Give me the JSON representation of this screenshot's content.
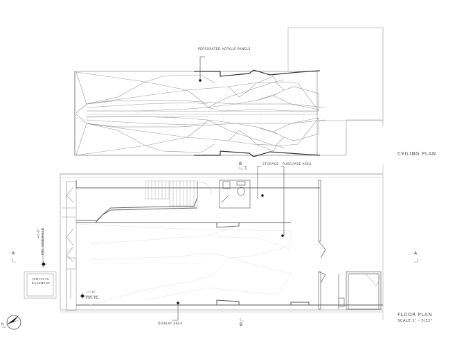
{
  "drawing": {
    "ceiling_plan": {
      "title": "CEILING PLAN",
      "callout": "PERFORATED ACRYLIC PANELS"
    },
    "floor_plan": {
      "title": "FLOOR PLAN",
      "scale": "SCALE 1\" - 3/32\"",
      "callouts": {
        "storage": "STORAGE",
        "purchase_area": "PURCHASE AREA",
        "display_area": "DISPLAY AREA",
        "hatch": "HATCH TO BASEMENT"
      },
      "elevations": {
        "finish_floor": {
          "value": "+1'-0\"",
          "label": "FIN. FL."
        },
        "sidewalk": {
          "value": "+0'-0\"",
          "label": "FIN. SIDEWALK"
        }
      },
      "section_markers": {
        "a_left": "A",
        "a_right": "A",
        "b_top": "B",
        "b_bottom": "B"
      }
    },
    "north_arrow": {
      "label": "N"
    },
    "colors": {
      "line_dark": "#333333",
      "line_mid": "#888888",
      "line_light": "#c8c8c8",
      "background": "#ffffff"
    }
  }
}
